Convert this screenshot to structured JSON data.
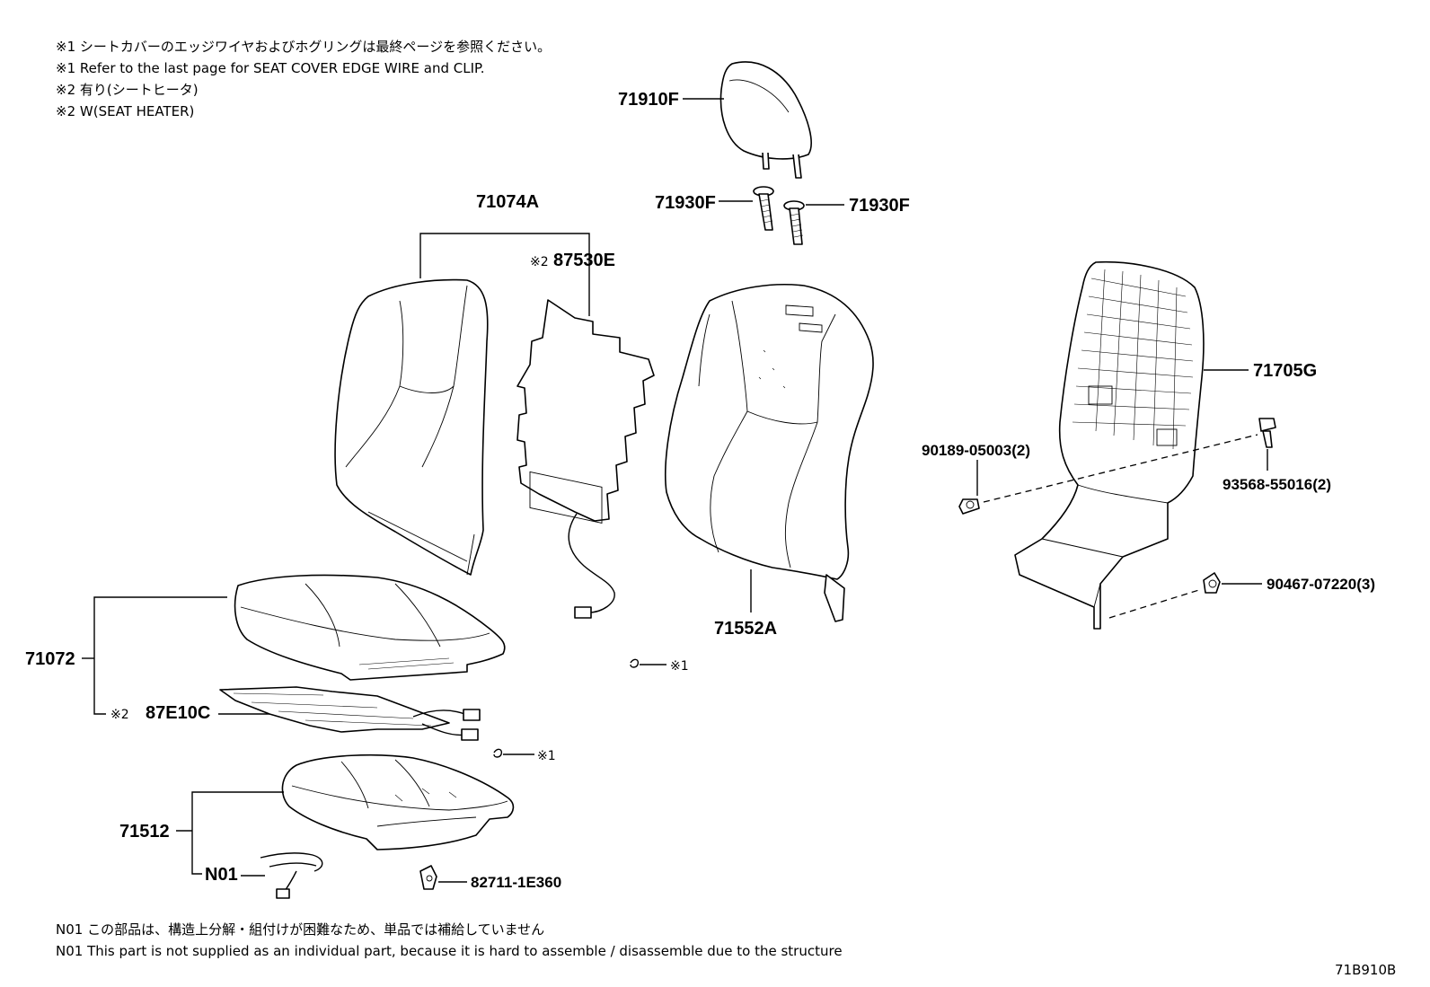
{
  "notes": {
    "n1_ja": "※1 シートカバーのエッジワイヤおよびホグリングは最終ページを参照ください。",
    "n1_en": "※1 Refer to the last page for SEAT COVER EDGE WIRE and CLIP.",
    "n2_ja": "※2 有り(シートヒータ)",
    "n2_en": "※2 W(SEAT HEATER)"
  },
  "parts": {
    "headrest": "71910F",
    "guide_left": "71930F",
    "guide_right": "71930F",
    "back_cover_group": "71074A",
    "back_heater_mark": "※2",
    "back_heater": "87530E",
    "back_pad": "71552A",
    "back_board": "71705G",
    "screw_left": "90189-05003(2)",
    "screw_right": "93568-55016(2)",
    "clip_bottom": "90467-07220(3)",
    "cushion_group": "71072",
    "cushion_heater_mark": "※2",
    "cushion_heater": "87E10C",
    "ref_mark_1": "※1",
    "ref_mark_2": "※1",
    "cushion_pad": "71512",
    "n01": "N01",
    "connector": "82711-1E360"
  },
  "footer": {
    "ja": "N01 この部品は、構造上分解・組付けが困難なため、単品では補給していません",
    "en": "N01 This part is not supplied as an individual part, because it is hard to assemble / disassemble due to the structure",
    "diagram_id": "71B910B"
  }
}
